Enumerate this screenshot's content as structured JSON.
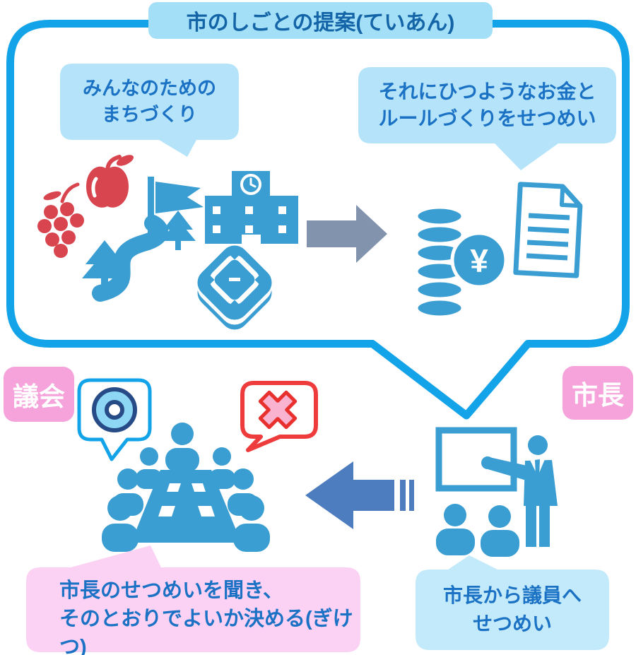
{
  "title": "市のしごとの提案(ていあん)",
  "top_section": {
    "left_bubble": {
      "line1": "みんなのための",
      "line2": "まちづくり"
    },
    "right_bubble": {
      "line1": "それにひつようなお金と",
      "line2": "ルールづくりをせつめい"
    }
  },
  "labels": {
    "assembly": "議会",
    "mayor": "市長"
  },
  "bottom_left_bubble": {
    "line1": "市長のせつめいを聞き、",
    "line2": "そのとおりでよいか決める(ぎけつ)"
  },
  "bottom_right_bubble": {
    "line1": "市長から議員へ",
    "line2": "せつめい"
  },
  "symbols": {
    "yen": "¥"
  },
  "icons": [
    "grapes-icon",
    "apple-icon",
    "town-flag-road-trees-icon",
    "school-icon",
    "baseball-stadium-icon",
    "arrow-right-icon",
    "coin-stack-icon",
    "yen-coin-icon",
    "document-icon",
    "approval-circle-bubble-icon",
    "rejection-x-bubble-icon",
    "assembly-meeting-icon",
    "arrow-left-icon",
    "mayor-presentation-icon"
  ],
  "colors": {
    "outline_blue": "#12a3e8",
    "light_blue_bubble": "#b5e4fa",
    "banner_blue": "#a3dff7",
    "bottom_blue_bubble": "#c3eafb",
    "icon_blue": "#3a9ed2",
    "dark_blue_text": "#1b72c4",
    "navy_ring": "#274b87",
    "red": "#d9454f",
    "x_red": "#e8302f",
    "x_pink": "#f9b3d0",
    "pink_label": "#f5a3da",
    "pink_bubble": "#fbd2f4",
    "slate_arrow": "#8293ad",
    "left_arrow_blue": "#4d7dbf"
  }
}
